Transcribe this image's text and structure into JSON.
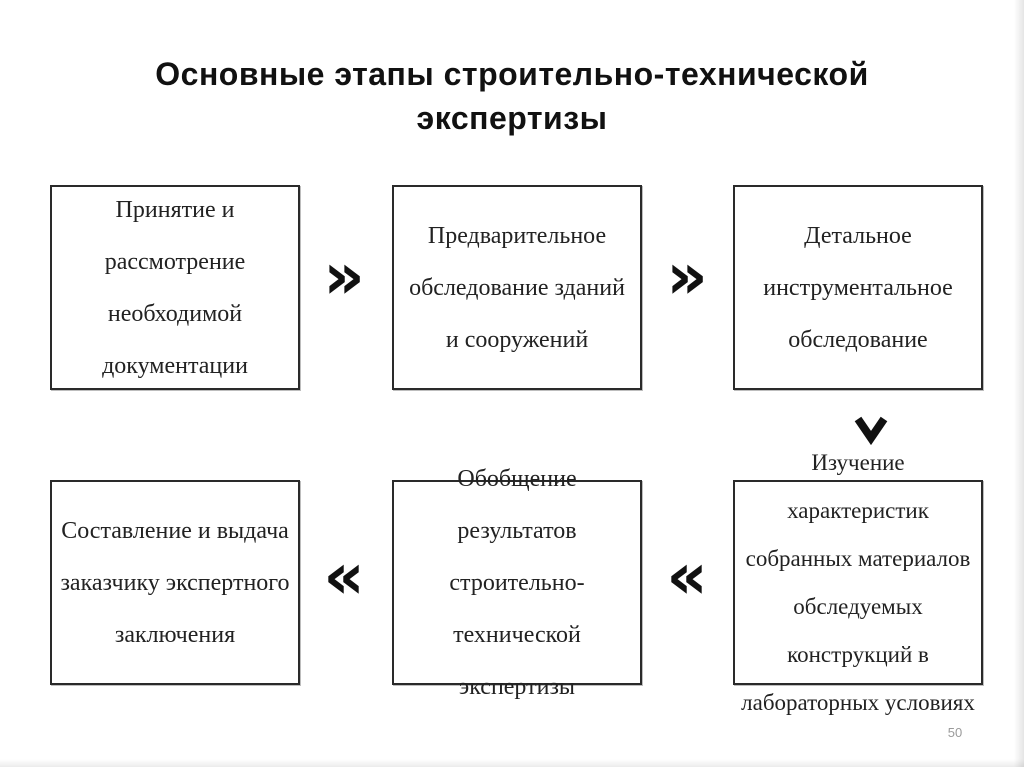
{
  "slide": {
    "title": "Основные этапы строительно-технической экспертизы",
    "page_number": "50"
  },
  "diagram": {
    "steps": [
      {
        "text": "Принятие и рассмотрение необходимой документации"
      },
      {
        "text": "Предварительное обследование зданий и сооружений"
      },
      {
        "text": "Детальное инструментальное обследование"
      },
      {
        "text": "Изучение характеристик собранных материалов обследуемых конструкций в лабораторных условиях"
      },
      {
        "text": "Обобщение результатов строительно-технической экспертизы"
      },
      {
        "text": "Составление и выдача заказчику экспертного заключения"
      }
    ],
    "arrows": {
      "forward": "»",
      "backward": "«"
    }
  }
}
